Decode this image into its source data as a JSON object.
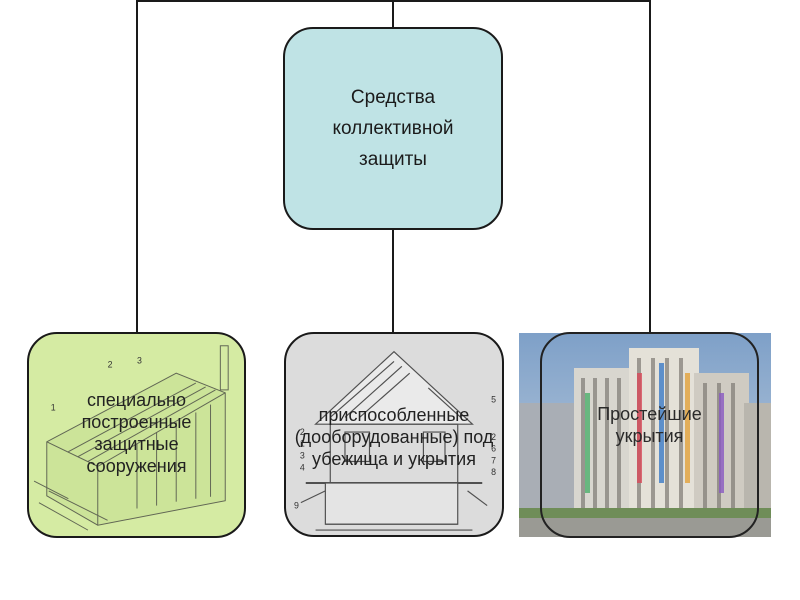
{
  "diagram": {
    "root": {
      "label": "Средства коллективной защиты"
    },
    "children": [
      {
        "id": "special",
        "label": "специально построенные защитные сооружения"
      },
      {
        "id": "adapted",
        "label": "приспособленные (дооборудованные) под убежища и укрытия"
      },
      {
        "id": "simple",
        "label": "Простейшие укрытия"
      }
    ],
    "drawing_numbers_left": [
      "1",
      "2",
      "3"
    ],
    "drawing_numbers_mid": [
      "1",
      "2",
      "3",
      "4",
      "9",
      "5",
      "2",
      "6",
      "7",
      "8"
    ]
  },
  "colors": {
    "root_fill": "#bfe3e5",
    "left_fill": "#d5eba3",
    "mid_fill": "#dcdcdc",
    "right_fill": "#8ea9c2",
    "stroke": "#1a1a1a"
  }
}
